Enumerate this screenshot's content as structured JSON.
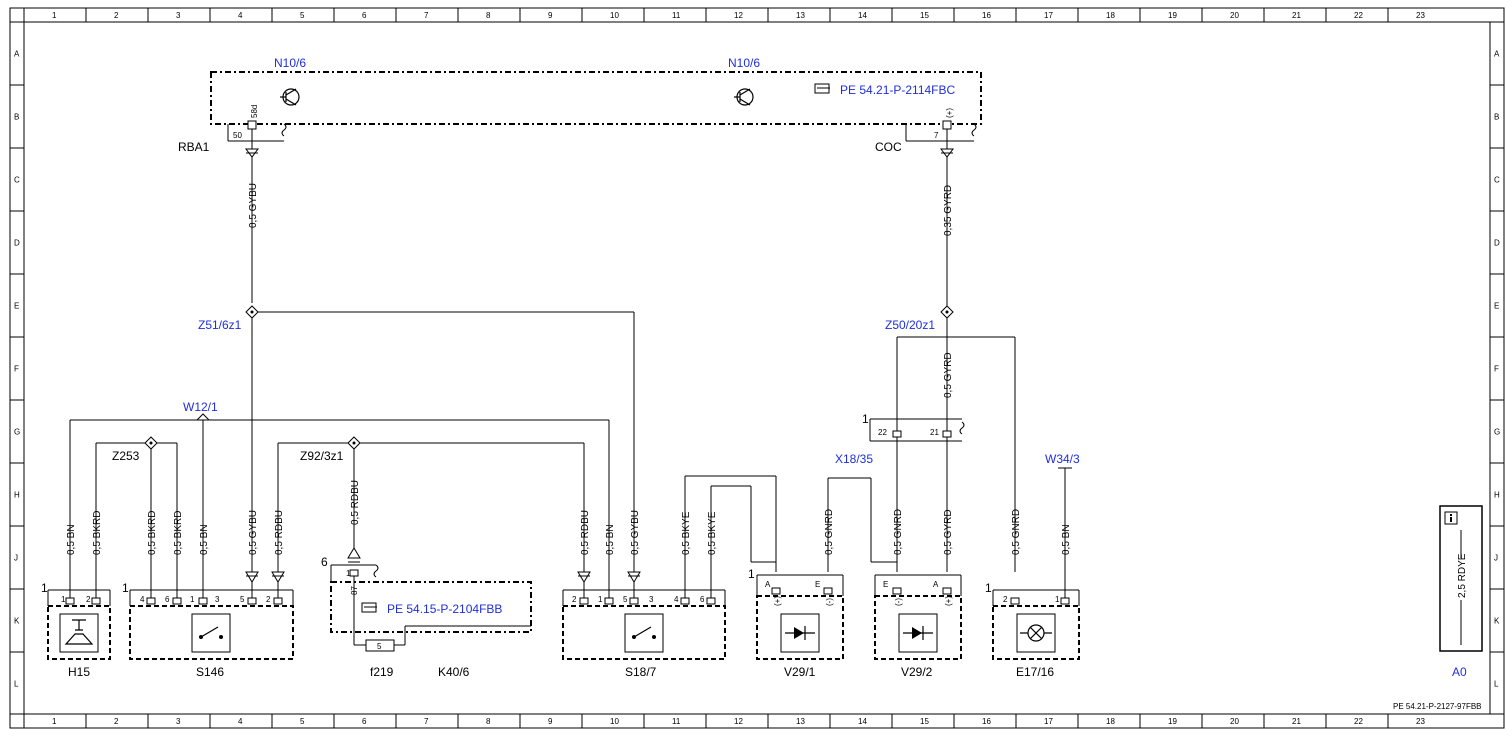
{
  "columns": [
    "1",
    "2",
    "3",
    "4",
    "5",
    "6",
    "7",
    "8",
    "9",
    "10",
    "11",
    "12",
    "13",
    "14",
    "15",
    "16",
    "17",
    "18",
    "19",
    "20",
    "21",
    "22",
    "23"
  ],
  "rows": [
    "A",
    "B",
    "C",
    "D",
    "E",
    "F",
    "G",
    "H",
    "J",
    "K",
    "L"
  ],
  "components": {
    "n10_6_left": "N10/6",
    "n10_6_right": "N10/6",
    "pe_ref_top": "PE 54.21-P-2114FBC",
    "pe_ref_k40": "PE 54.15-P-2104FBB",
    "rba1": "RBA1",
    "coc": "COC",
    "z51": "Z51/6z1",
    "z50": "Z50/20z1",
    "w12": "W12/1",
    "z253": "Z253",
    "z92": "Z92/3z1",
    "x18": "X18/35",
    "w34": "W34/3",
    "h15": "H15",
    "s146": "S146",
    "f219": "f219",
    "k40": "K40/6",
    "s18": "S18/7",
    "v29_1": "V29/1",
    "v29_2": "V29/2",
    "e17": "E17/16",
    "a0": "A0",
    "doc_id": "PE 54.21-P-2127-97FBB",
    "legend_wire": "2,5 RDYE"
  },
  "wires": {
    "gybu": "0,5 GYBU",
    "gyrd_035": "0,35 GYRD",
    "gyrd": "0,5 GYRD",
    "bn": "0,5 BN",
    "bkrd": "0,5 BKRD",
    "rdbu": "0,5 RDBU",
    "bkye": "0,5 BKYE",
    "gnrd": "0,5 GNRD"
  },
  "pins": {
    "p50": "50",
    "p58d": "58d",
    "p7": "7",
    "pplus": "(+)",
    "pminus": "(-)",
    "p1": "1",
    "p2": "2",
    "p3": "3",
    "p4": "4",
    "p5": "5",
    "p6": "6",
    "p21": "21",
    "p22": "22",
    "p87": "87",
    "pA": "A",
    "pE": "E"
  }
}
